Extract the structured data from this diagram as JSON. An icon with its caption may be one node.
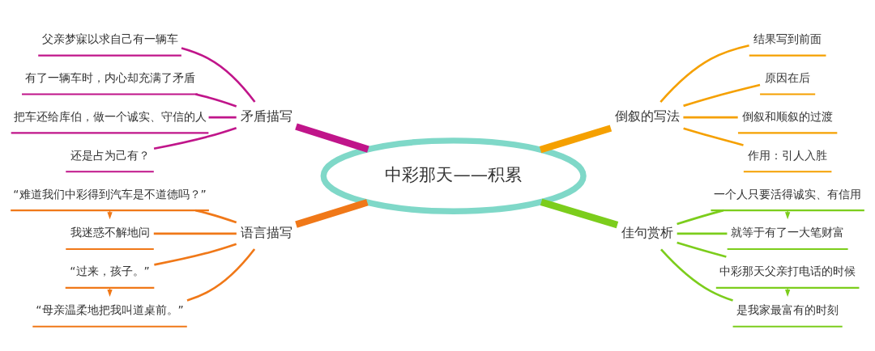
{
  "diagram": {
    "nodes": [
      {
        "text": [
          "中彩那天——积累"
        ]
      },
      {
        "text": [
          "矛盾描写"
        ]
      },
      {
        "text": [
          "父亲梦寐以求自己有一辆车"
        ]
      },
      {
        "text": [
          "有了一辆车时，内心却充满了矛盾"
        ]
      },
      {
        "text": [
          "把车还给库伯，做一个诚实、守信的人"
        ]
      },
      {
        "text": [
          "还是占为己有？"
        ]
      },
      {
        "text": [
          "语言描写"
        ]
      },
      {
        "text": [
          "“难道我们中彩得到汽车是不道德吗？”"
        ]
      },
      {
        "text": [
          "我迷惑不解地问"
        ]
      },
      {
        "text": [
          "“过来，孩子。”"
        ]
      },
      {
        "text": [
          "“母亲温柔地把我叫道桌前。”"
        ]
      },
      {
        "text": [
          "倒叙的写法"
        ]
      },
      {
        "text": [
          "结果写到前面"
        ]
      },
      {
        "text": [
          "原因在后"
        ]
      },
      {
        "text": [
          "倒叙和顺叙的过渡"
        ]
      },
      {
        "text": [
          "作用：引人入胜"
        ]
      },
      {
        "text": [
          "佳句赏析"
        ]
      },
      {
        "text": [
          "一个人只要活得诚实、有信用"
        ]
      },
      {
        "text": [
          "就等于有了一大笔财富"
        ]
      },
      {
        "text": [
          "中彩那天父亲打电话的时候"
        ]
      },
      {
        "text": [
          "是我家最富有的时刻"
        ]
      }
    ],
    "edges": [
      {
        "from": 1,
        "to": 0,
        "arrow": "none",
        "style": "thick",
        "color": "#c0158a"
      },
      {
        "from": 2,
        "to": 1,
        "arrow": "none",
        "color": "#c0158a"
      },
      {
        "from": 3,
        "to": 1,
        "arrow": "none",
        "color": "#c0158a"
      },
      {
        "from": 4,
        "to": 1,
        "arrow": "none",
        "color": "#c0158a"
      },
      {
        "from": 5,
        "to": 1,
        "arrow": "none",
        "color": "#c0158a"
      },
      {
        "from": 6,
        "to": 0,
        "arrow": "none",
        "style": "thick",
        "color": "#f07818"
      },
      {
        "from": 7,
        "to": 6,
        "arrow": "none",
        "color": "#f07818"
      },
      {
        "from": 8,
        "to": 6,
        "arrow": "none",
        "color": "#f07818"
      },
      {
        "from": 9,
        "to": 6,
        "arrow": "none",
        "color": "#f07818"
      },
      {
        "from": 10,
        "to": 6,
        "arrow": "none",
        "color": "#f07818"
      },
      {
        "from": 7,
        "to": 8,
        "arrow": "to",
        "style": "dashed",
        "color": "#f07818"
      },
      {
        "from": 9,
        "to": 10,
        "arrow": "to",
        "style": "dashed",
        "color": "#f07818"
      },
      {
        "from": 0,
        "to": 11,
        "arrow": "none",
        "style": "thick",
        "color": "#f5a000"
      },
      {
        "from": 11,
        "to": 12,
        "arrow": "none",
        "color": "#f5a000"
      },
      {
        "from": 11,
        "to": 13,
        "arrow": "none",
        "color": "#f5a000"
      },
      {
        "from": 11,
        "to": 14,
        "arrow": "none",
        "color": "#f5a000"
      },
      {
        "from": 11,
        "to": 15,
        "arrow": "none",
        "color": "#f5a000"
      },
      {
        "from": 0,
        "to": 16,
        "arrow": "none",
        "style": "thick",
        "color": "#7ccd1c"
      },
      {
        "from": 16,
        "to": 17,
        "arrow": "none",
        "color": "#7ccd1c"
      },
      {
        "from": 16,
        "to": 18,
        "arrow": "none",
        "color": "#7ccd1c"
      },
      {
        "from": 16,
        "to": 19,
        "arrow": "none",
        "color": "#7ccd1c"
      },
      {
        "from": 16,
        "to": 20,
        "arrow": "none",
        "color": "#7ccd1c"
      },
      {
        "from": 17,
        "to": 18,
        "arrow": "to",
        "style": "dashed",
        "color": "#7ccd1c"
      },
      {
        "from": 19,
        "to": 20,
        "arrow": "to",
        "style": "dashed",
        "color": "#7ccd1c"
      }
    ]
  }
}
